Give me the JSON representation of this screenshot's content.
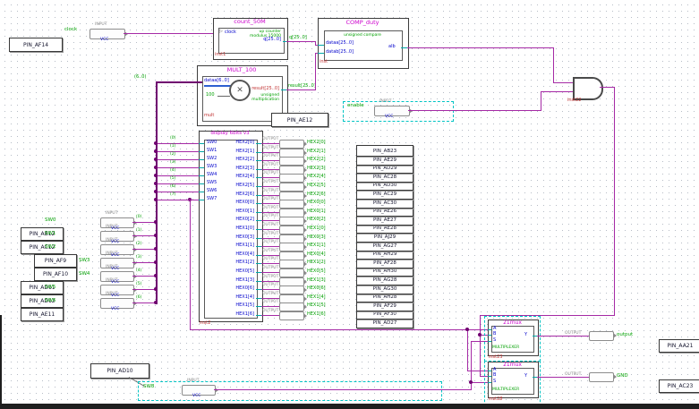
{
  "palette": {
    "wire": "#a52aa5",
    "bus": "#700070",
    "stub": "#00a8a8",
    "net_label": "#00a000",
    "port_text": "#0000cc",
    "title_text": "#cc00cc",
    "inst_text": "#c03030",
    "selection": "#00c4c4"
  },
  "io_symbols": {
    "input": "INPUT",
    "vcc": "VCC",
    "output": "OUTPUT"
  },
  "clock_input": {
    "pin": "PIN_AF14",
    "net": "clock"
  },
  "counter": {
    "title": "count_50M",
    "port_clock": "clock",
    "comment_line1": "up counter",
    "comment_line2": "modulus 15000",
    "port_q": "q[25..0]",
    "bus_label": "q[25..0]",
    "inst": "inst1"
  },
  "comparator": {
    "title": "COMP_duty",
    "comment": "unsigned compare",
    "port_a": "dataa[25..0]",
    "port_b": "datab[25..0]",
    "port_out": "alb",
    "inst": "inst"
  },
  "multiplier": {
    "title": "MULT_100",
    "port_in": "dataa[6..0]",
    "constant": "100",
    "port_out": "result[25..0]",
    "comment_line1": "unsigned",
    "comment_line2": "multiplication",
    "inst": "mult",
    "in_bus_label": "(6..0)",
    "out_bus_label": "result[25..0]",
    "multiply_symbol": "✕"
  },
  "enable_input": {
    "pin": "PIN_AE12",
    "net": "enable"
  },
  "and_gate": {
    "inst": "inst22"
  },
  "display": {
    "title": "display 6bits v3",
    "inst": "inst2",
    "inputs": [
      "SW0",
      "SW1",
      "SW2",
      "SW3",
      "SW4",
      "SW5",
      "SW6",
      "SW7"
    ],
    "input_taps": [
      "(0)",
      "(1)",
      "(2)",
      "(3)",
      "(4)",
      "(5)",
      "(6)",
      "(7)"
    ],
    "outputs": [
      "HEX2[0]",
      "HEX2[1]",
      "HEX2[2]",
      "HEX2[3]",
      "HEX2[4]",
      "HEX2[5]",
      "HEX2[6]",
      "HEX0[0]",
      "HEX0[1]",
      "HEX0[2]",
      "HEX1[0]",
      "HEX0[3]",
      "HEX1[1]",
      "HEX0[4]",
      "HEX1[2]",
      "HEX0[5]",
      "HEX1[3]",
      "HEX0[6]",
      "HEX1[4]",
      "HEX1[5]",
      "HEX1[6]"
    ]
  },
  "output_pins": [
    "PIN_AB23",
    "PIN_AE29",
    "PIN_AD29",
    "PIN_AC28",
    "PIN_AD30",
    "PIN_AC29",
    "PIN_AC30",
    "PIN_AE26",
    "PIN_AE27",
    "PIN_AE28",
    "PIN_AJ29",
    "PIN_AG27",
    "PIN_AH29",
    "PIN_AF28",
    "PIN_AH30",
    "PIN_AG28",
    "PIN_AG30",
    "PIN_AH28",
    "PIN_AF29",
    "PIN_AF30",
    "PIN_AD27"
  ],
  "sw_inputs": [
    {
      "pin": "PIN_AB12",
      "net": "SW0",
      "tap": "(0)"
    },
    {
      "pin": "PIN_AC12",
      "net": "SW1",
      "tap": "(1)"
    },
    {
      "pin": "PIN_AF9",
      "net": "SW2",
      "tap": "(2)"
    },
    {
      "pin": "PIN_AF10",
      "net": "SW3",
      "tap": "(3)"
    },
    {
      "pin": "PIN_AD11",
      "net": "SW4",
      "tap": "(4)"
    },
    {
      "pin": "PIN_AD12",
      "net": "SW5",
      "tap": "(5)"
    },
    {
      "pin": "PIN_AE11",
      "net": "SW6",
      "tap": "(6)"
    }
  ],
  "sw8_input": {
    "pin": "PIN_AD10",
    "net": "SW8"
  },
  "mux_top": {
    "title": "21mux",
    "port_a": "A",
    "port_b": "B",
    "port_s": "S",
    "port_y": "Y",
    "type_label": "MULTIPLEXER",
    "inst": "inst23",
    "net": "output",
    "pin": "PIN_AA21"
  },
  "mux_bottom": {
    "title": "21mux",
    "port_a": "A",
    "port_b": "B",
    "port_s": "S",
    "port_y": "Y",
    "type_label": "MULTIPLEXER",
    "inst": "inst28",
    "net": "GND",
    "pin": "PIN_AC23"
  }
}
